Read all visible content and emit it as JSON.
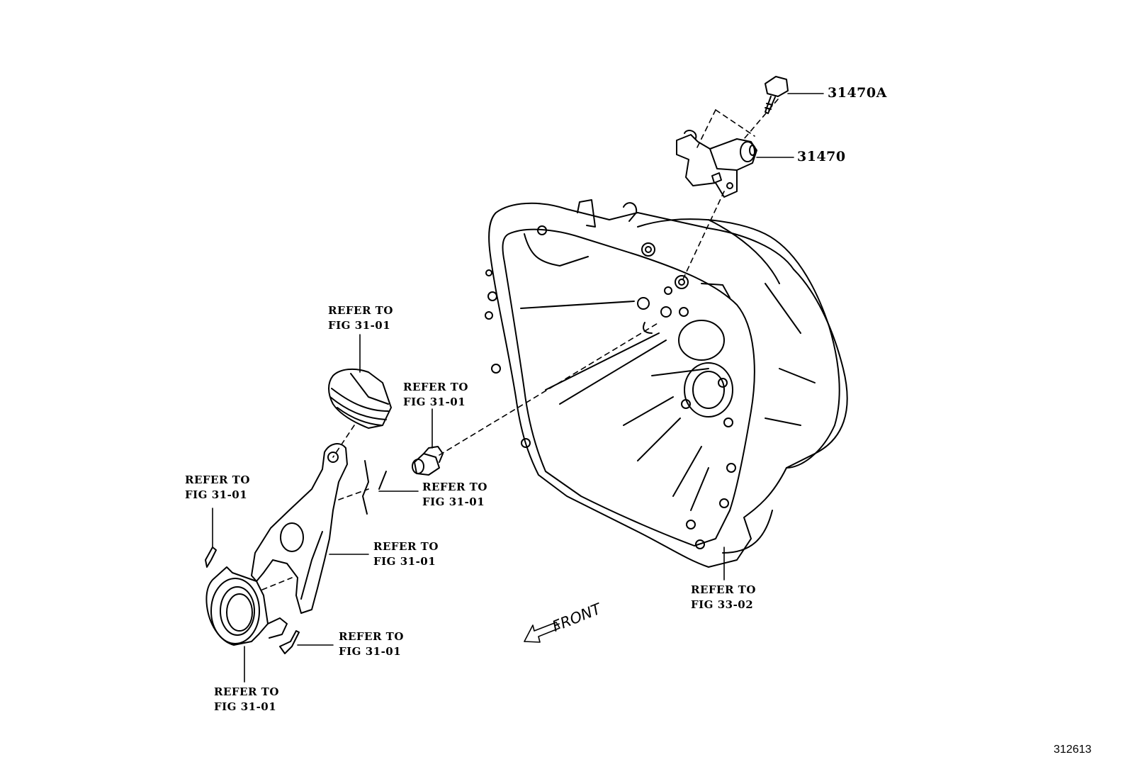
{
  "parts": {
    "bolt": "31470A",
    "cylinder": "31470"
  },
  "refs": {
    "boot": {
      "l1": "REFER TO",
      "l2": "FIG 31-01"
    },
    "fitting": {
      "l1": "REFER TO",
      "l2": "FIG 31-01"
    },
    "clip_left": {
      "l1": "REFER TO",
      "l2": "FIG 31-01"
    },
    "pivot": {
      "l1": "REFER TO",
      "l2": "FIG 31-01"
    },
    "fork": {
      "l1": "REFER TO",
      "l2": "FIG 31-01"
    },
    "clip_bottom": {
      "l1": "REFER TO",
      "l2": "FIG 31-01"
    },
    "bearing": {
      "l1": "REFER TO",
      "l2": "FIG 31-01"
    },
    "housing": {
      "l1": "REFER TO",
      "l2": "FIG 33-02"
    }
  },
  "front_label": "FRONT",
  "figure_id": "312613"
}
